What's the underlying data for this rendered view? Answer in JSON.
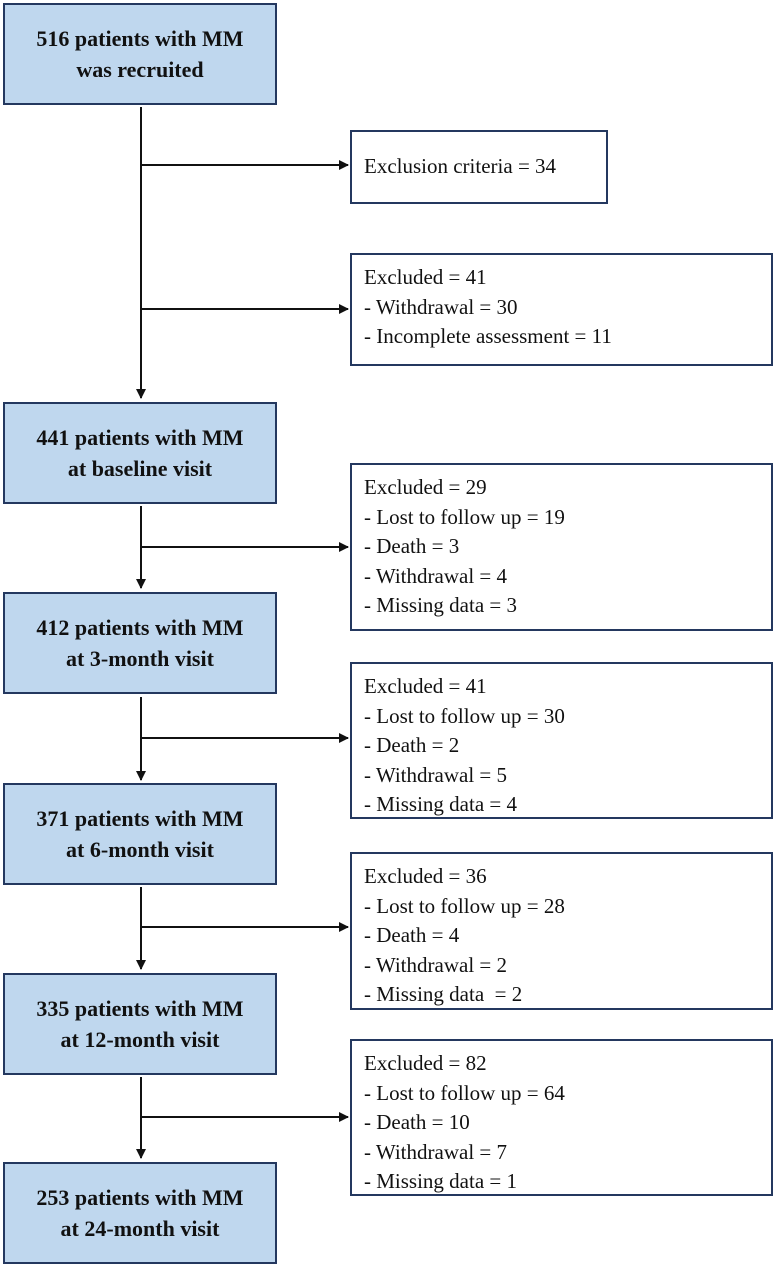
{
  "stages": [
    {
      "line1": "516 patients with MM",
      "line2": "was recruited"
    },
    {
      "line1": "441 patients with MM",
      "line2": "at baseline visit"
    },
    {
      "line1": "412 patients with MM",
      "line2": "at 3-month visit"
    },
    {
      "line1": "371 patients with MM",
      "line2": "at 6-month visit"
    },
    {
      "line1": "335 patients with MM",
      "line2": "at 12-month visit"
    },
    {
      "line1": "253 patients with MM",
      "line2": "at 24-month visit"
    }
  ],
  "exclusion_criteria": "Exclusion criteria = 34",
  "pre_baseline": [
    "Excluded = 41",
    "- Withdrawal = 30",
    "- Incomplete assessment = 11"
  ],
  "followups": [
    [
      "Excluded = 29",
      "- Lost to follow up = 19",
      "- Death = 3",
      "- Withdrawal = 4",
      "- Missing data = 3"
    ],
    [
      "Excluded = 41",
      "- Lost to follow up = 30",
      "- Death = 2",
      "- Withdrawal = 5",
      "- Missing data = 4"
    ],
    [
      "Excluded = 36",
      "- Lost to follow up = 28",
      "- Death = 4",
      "- Withdrawal = 2",
      "- Missing data  = 2"
    ],
    [
      "Excluded = 82",
      "- Lost to follow up = 64",
      "- Death = 10",
      "- Withdrawal = 7",
      "- Missing data = 1"
    ]
  ]
}
